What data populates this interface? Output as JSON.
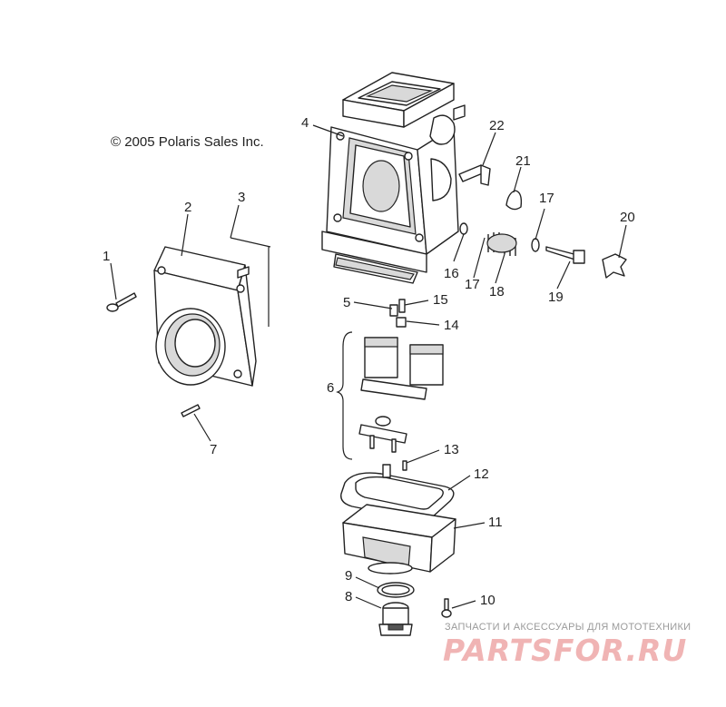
{
  "copyright": "© 2005 Polaris Sales Inc.",
  "watermark": {
    "subtitle": "ЗАПЧАСТИ И АКСЕССУАРЫ ДЛЯ МОТОТЕХНИКИ",
    "brand": "PARTSFOR.RU"
  },
  "callouts": [
    "1",
    "2",
    "3",
    "4",
    "5",
    "6",
    "7",
    "8",
    "9",
    "10",
    "11",
    "12",
    "13",
    "14",
    "15",
    "16",
    "17",
    "17",
    "18",
    "19",
    "20",
    "21",
    "22"
  ],
  "colors": {
    "line": "#222222",
    "watermark_brand": "#f0b4b4",
    "watermark_text": "#9a9a9a"
  }
}
